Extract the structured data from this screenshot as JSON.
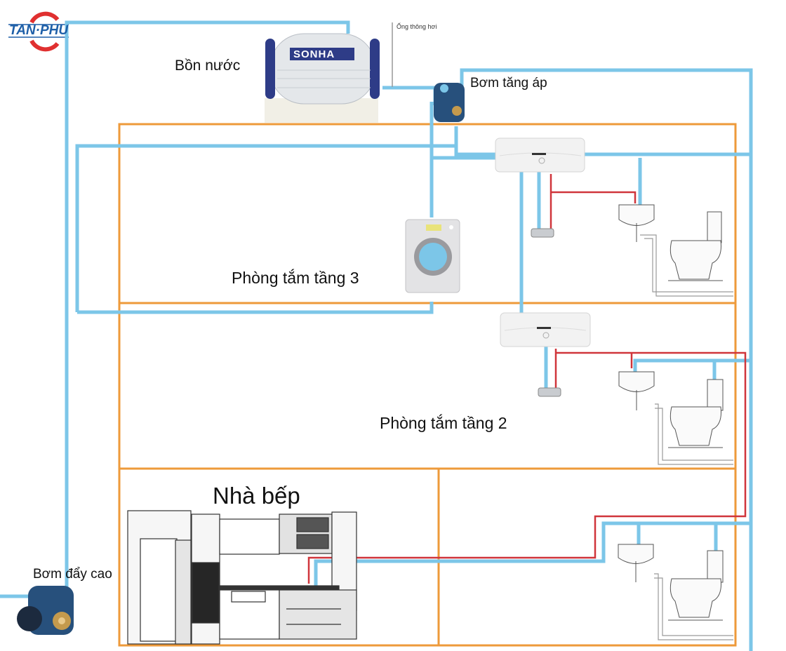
{
  "brand": {
    "logo_text": "TAN·PHU",
    "tank_brand": "SONHA"
  },
  "labels": {
    "water_tank": "Bồn nước",
    "vent_pipe": "Ống thông hơi",
    "booster_pump": "Bơm tăng áp",
    "bathroom_floor3": "Phòng tắm tầng 3",
    "bathroom_floor2": "Phòng tắm tầng 2",
    "kitchen": "Nhà bếp",
    "lift_pump": "Bơm đẩy cao"
  },
  "legend_colors": {
    "cold_water_pipe": "#7cc6e8",
    "hot_water_pipe": "#d0353b",
    "wall_outline": "#ee9a3a",
    "drain_pipe": "#aaaaaa"
  },
  "components": [
    "water-tank",
    "vent-pipe",
    "booster-pump",
    "water-heater-floor3",
    "washing-machine",
    "shower-valve-floor3",
    "sink-floor3",
    "toilet-floor3",
    "water-heater-floor2",
    "shower-valve-floor2",
    "sink-floor2",
    "toilet-floor2",
    "kitchen-cabinets",
    "sink-ground",
    "toilet-ground",
    "lift-pump"
  ]
}
